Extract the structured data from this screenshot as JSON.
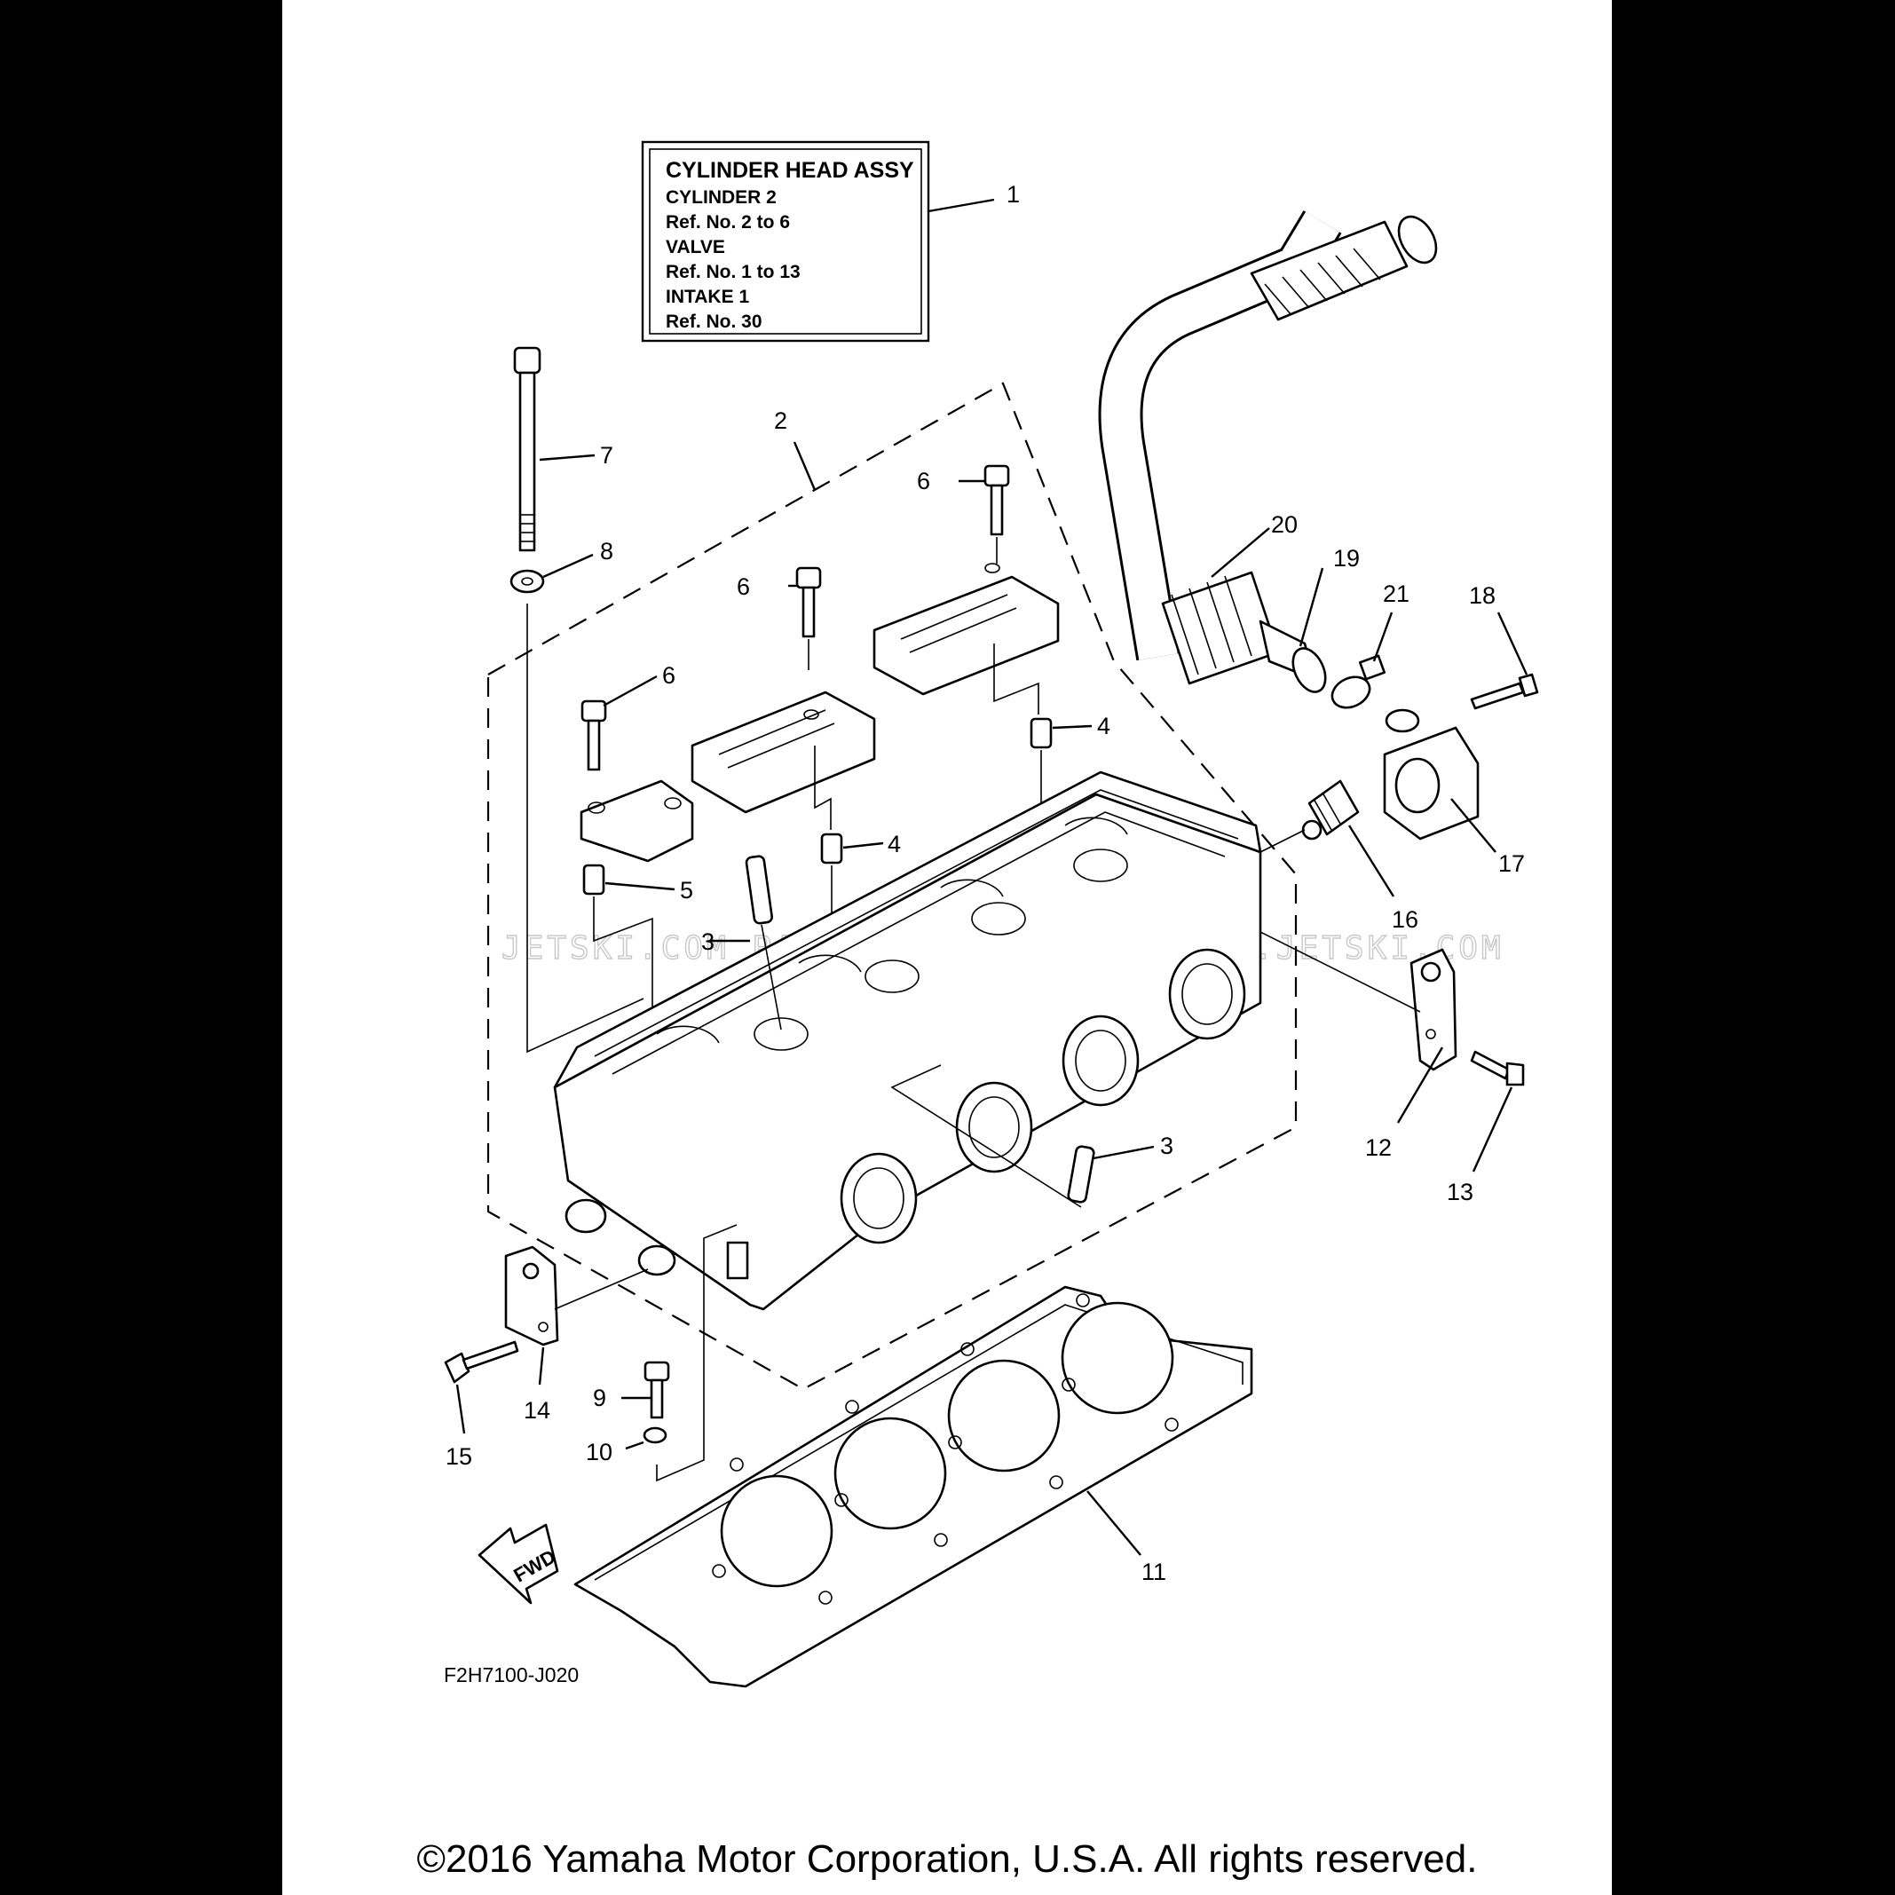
{
  "info_box": {
    "title": "CYLINDER HEAD ASSY",
    "lines": [
      "CYLINDER 2",
      "Ref. No. 2 to 6",
      "VALVE",
      "Ref. No. 1 to 13",
      "INTAKE 1",
      "Ref. No. 30"
    ]
  },
  "callouts": {
    "c1": "1",
    "c2": "2",
    "c3a": "3",
    "c3b": "3",
    "c4a": "4",
    "c4b": "4",
    "c5": "5",
    "c6a": "6",
    "c6b": "6",
    "c6c": "6",
    "c7": "7",
    "c8": "8",
    "c9": "9",
    "c10": "10",
    "c11": "11",
    "c12": "12",
    "c13": "13",
    "c14": "14",
    "c15": "15",
    "c16": "16",
    "c17": "17",
    "c18": "18",
    "c19": "19",
    "c20": "20",
    "c21": "21"
  },
  "fwd_label": "FWD",
  "diagram_code": "F2H7100-J020",
  "watermark": "JETSKI.COM   PARTS.JETSKI.COM   PARTS.JETSKI.COM",
  "copyright": "©2016 Yamaha Motor Corporation, U.S.A. All rights reserved."
}
